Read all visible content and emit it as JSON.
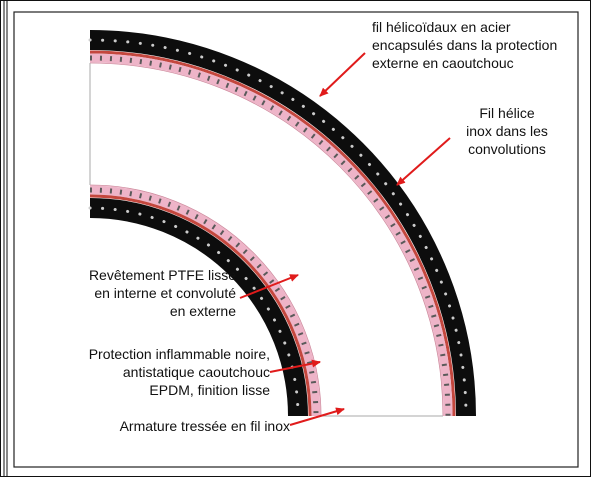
{
  "diagram": {
    "colors": {
      "outer_jacket": "#0d0d0d",
      "braid_dots": "#cccccc",
      "red_line": "#c4473e",
      "ptfe_pink": "#eeb4c8",
      "convolution_marks": "#5a5a5a",
      "arrow": "#e01b1b",
      "frame": "#111111"
    },
    "annotations": [
      {
        "id": "fil-helicoidaux",
        "lines": [
          "fil hélicoïdaux en acier",
          "encapsulés dans la protection",
          "externe en caoutchouc"
        ]
      },
      {
        "id": "fil-helice-inox",
        "lines": [
          "Fil hélice",
          "inox dans les",
          "convolutions"
        ]
      },
      {
        "id": "revetement-ptfe",
        "lines": [
          "Revêtement PTFE lisse",
          "en interne et convoluté",
          "en externe"
        ]
      },
      {
        "id": "protection-inflammable",
        "lines": [
          "Protection inflammable noire,",
          "antistatique caoutchouc",
          "EPDM, finition lisse"
        ]
      },
      {
        "id": "armature-tressee",
        "lines": [
          "Armature tressée en fil inox"
        ]
      }
    ]
  }
}
